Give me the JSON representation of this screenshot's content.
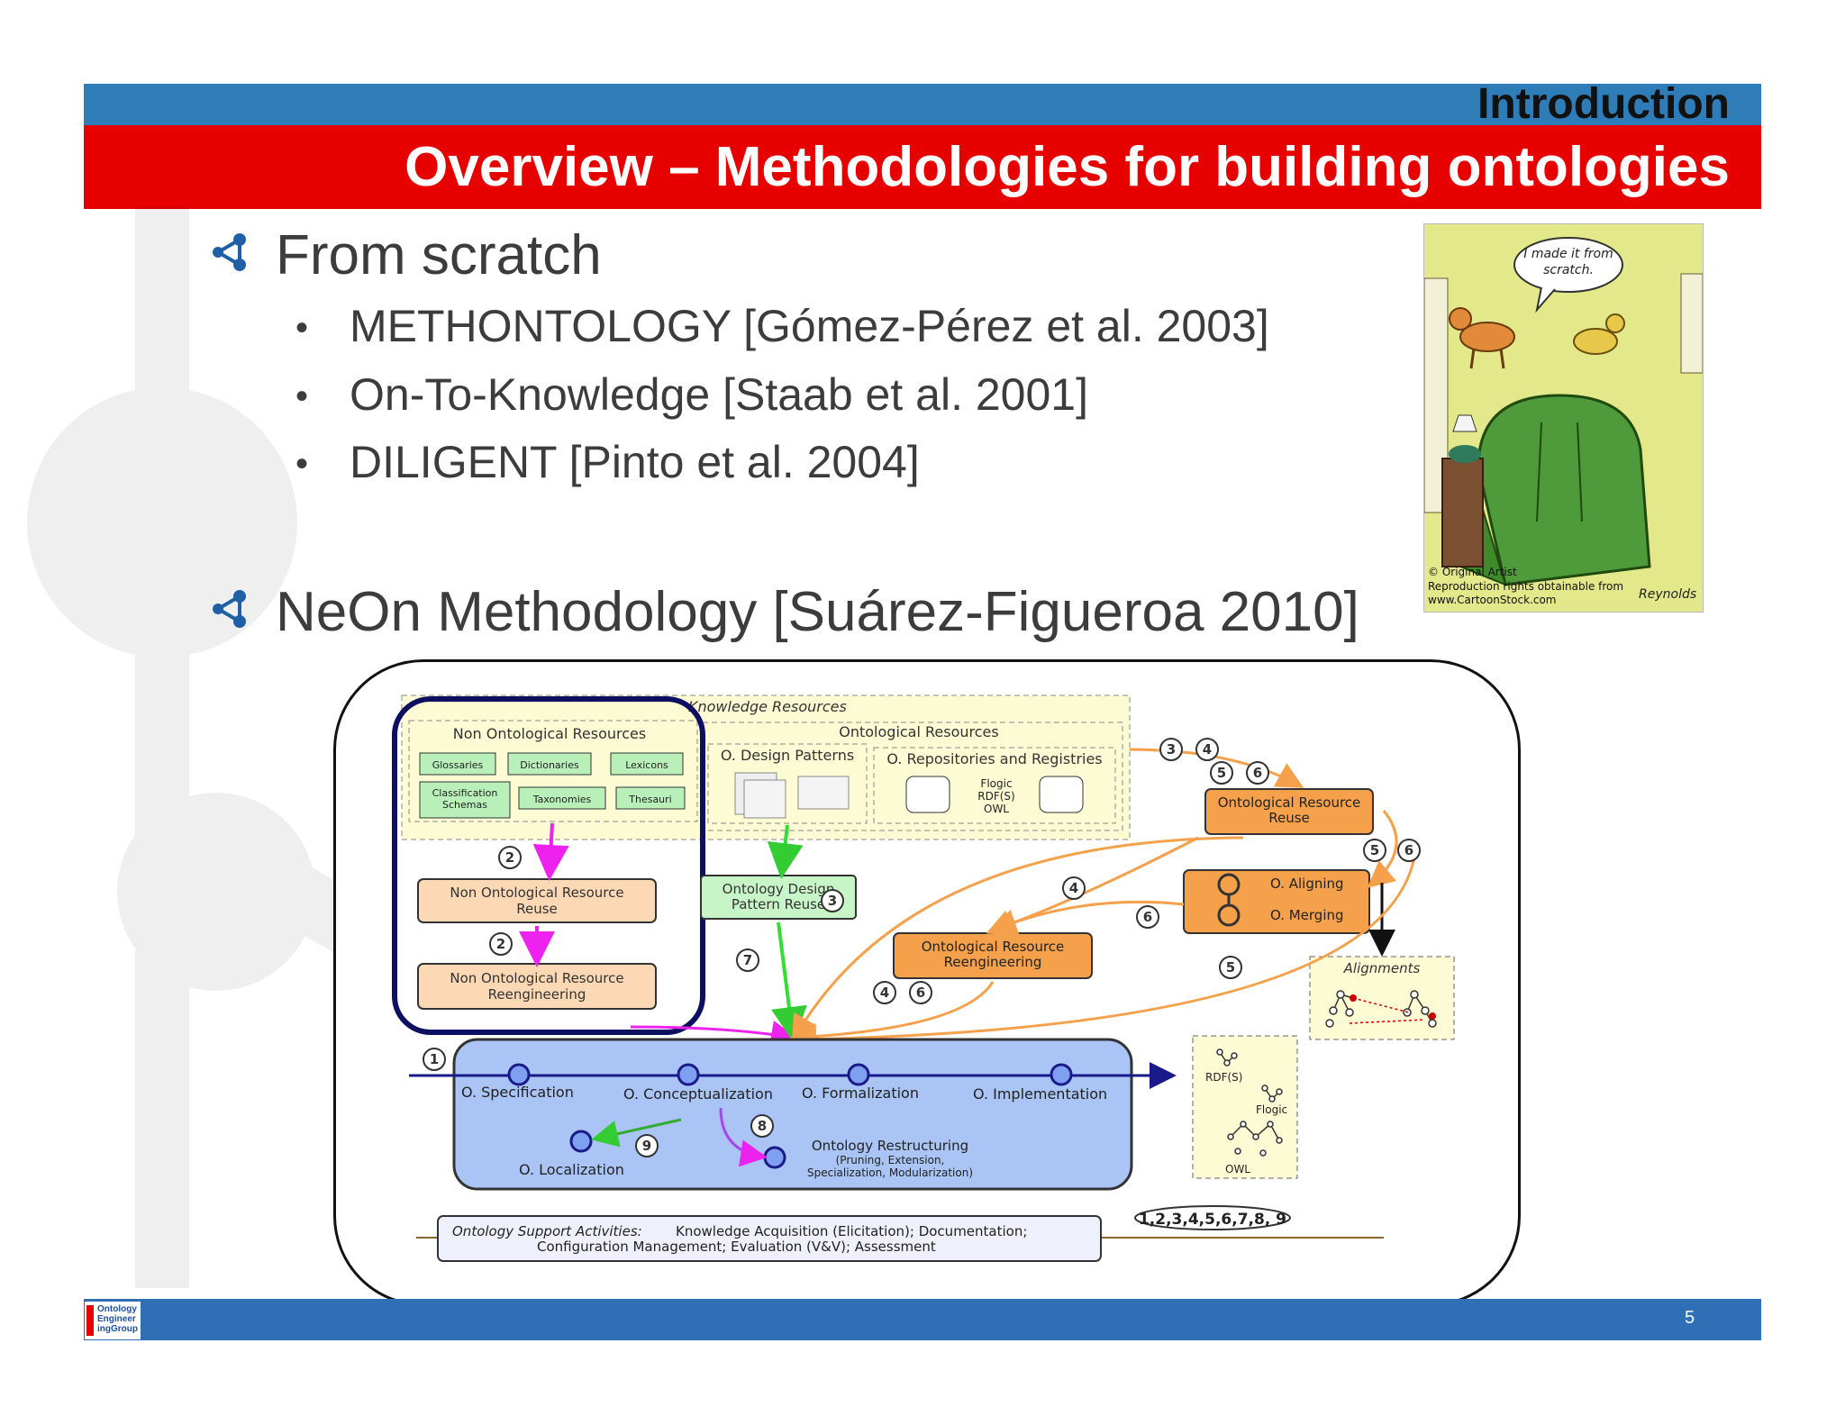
{
  "header": {
    "section": "Introduction",
    "title": "Overview – Methodologies for building ontologies"
  },
  "bullets": [
    {
      "label": "From scratch",
      "items": [
        "METHONTOLOGY [Gómez-Pérez et al. 2003]",
        "On-To-Knowledge [Staab et al. 2001]",
        "DILIGENT [Pinto et al. 2004]"
      ]
    },
    {
      "label": "NeOn Methodology [Suárez-Figueroa 2010]",
      "items": []
    }
  ],
  "cartoon": {
    "speech": "I made it from scratch.",
    "copyright": "© Original Artist",
    "reproduction": "Reproduction rights obtainable from",
    "site": "www.CartoonStock.com",
    "signature": "Reynolds"
  },
  "diagram": {
    "knowledge_resources": "Knowledge Resources",
    "non_ontological_resources": "Non Ontological Resources",
    "nor_items": [
      "Glossaries",
      "Dictionaries",
      "Lexicons",
      "Classification Schemas",
      "Taxonomies",
      "Thesauri"
    ],
    "ontological_resources": "Ontological Resources",
    "design_patterns": "O. Design Patterns",
    "repositories": "O. Repositories and Registries",
    "repo_formats": [
      "Flogic",
      "RDF(S)",
      "OWL"
    ],
    "nor_reuse": "Non Ontological Resource Reuse",
    "nor_reengineering": "Non Ontological Resource Reengineering",
    "odp_reuse": "Ontology Design Pattern Reuse",
    "or_reuse": "Ontological Resource Reuse",
    "or_reengineering": "Ontological Resource Reengineering",
    "aligning": "O. Aligning",
    "merging": "O. Merging",
    "alignments": "Alignments",
    "specification": "O. Specification",
    "conceptualization": "O. Conceptualization",
    "formalization": "O. Formalization",
    "implementation": "O. Implementation",
    "localization": "O. Localization",
    "restructuring": "Ontology Restructuring",
    "restructuring_detail_1": "(Pruning, Extension,",
    "restructuring_detail_2": "Specialization, Modularization)",
    "output_formats": [
      "RDF(S)",
      "Flogic",
      "OWL"
    ],
    "support_label": "Ontology Support Activities:",
    "support_text_1": "Knowledge Acquisition (Elicitation); Documentation;",
    "support_text_2": "Configuration Management; Evaluation (V&V); Assessment",
    "all_scenarios": "1,2,3,4,5,6,7,8, 9",
    "num_1": "1",
    "num_2": "2",
    "num_3": "3",
    "num_4": "4",
    "num_5": "5",
    "num_6": "6",
    "num_7": "7",
    "num_8": "8",
    "num_9": "9"
  },
  "footer": {
    "page_number": "5",
    "logo": [
      "Ontology",
      "Engineer",
      "ingGroup"
    ]
  },
  "colors": {
    "top_band": "#2f7db8",
    "title_band": "#e60000",
    "footer_band": "#2f6fb5",
    "orange": "#f5a04a",
    "peach": "#fcd9b4",
    "blue_fill": "#a9c4f5",
    "green": "#33dd33",
    "magenta": "#ee22ee"
  }
}
